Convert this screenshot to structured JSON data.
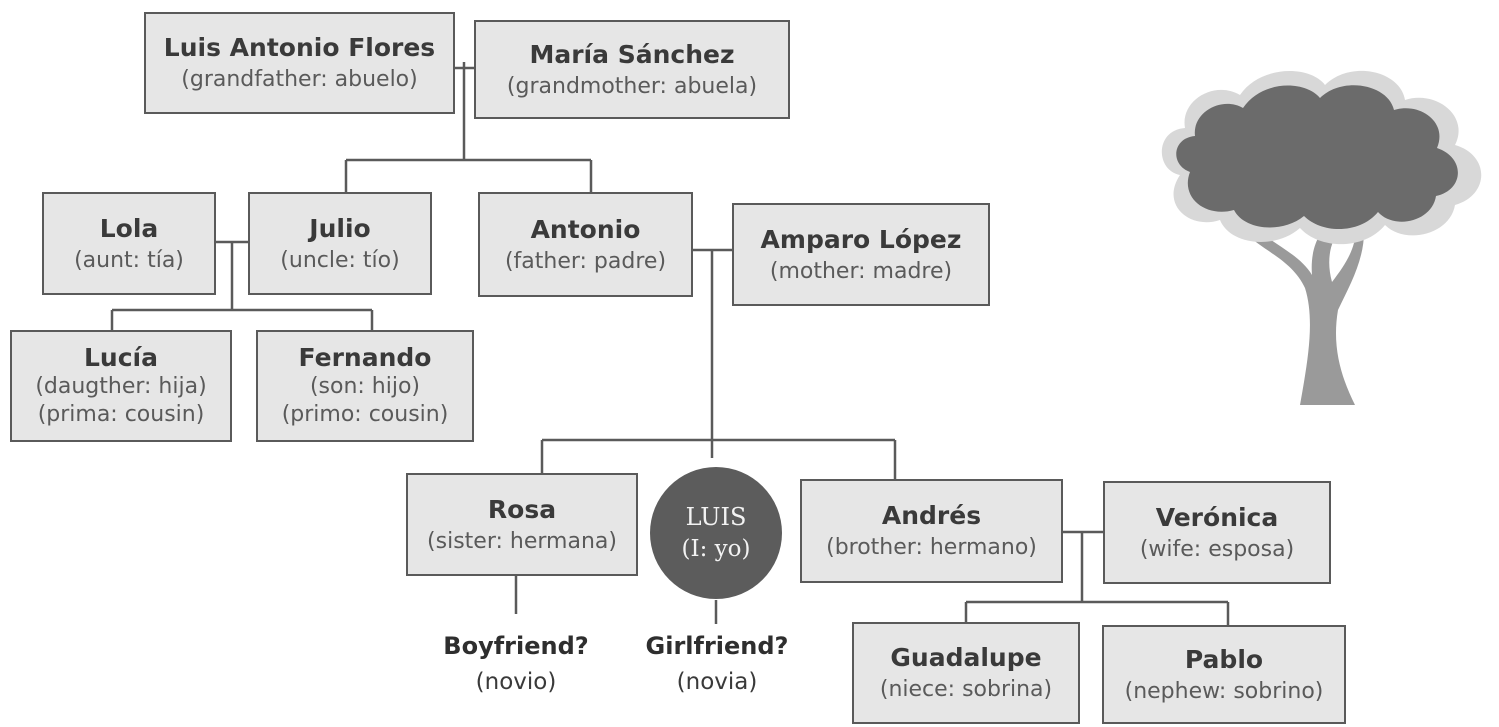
{
  "members": {
    "luis_antonio_flores": {
      "name": "Luis Antonio Flores",
      "relation": "(grandfather: abuelo)"
    },
    "maria_sanchez": {
      "name": "María Sánchez",
      "relation": "(grandmother: abuela)"
    },
    "lola": {
      "name": "Lola",
      "relation": "(aunt: tía)"
    },
    "julio": {
      "name": "Julio",
      "relation": "(uncle: tío)"
    },
    "antonio": {
      "name": "Antonio",
      "relation": "(father: padre)"
    },
    "amparo_lopez": {
      "name": "Amparo López",
      "relation": "(mother: madre)"
    },
    "lucia": {
      "name": "Lucía",
      "relation": "(daugther: hija)",
      "relation2": "(prima: cousin)"
    },
    "fernando": {
      "name": "Fernando",
      "relation": "(son: hijo)",
      "relation2": "(primo: cousin)"
    },
    "rosa": {
      "name": "Rosa",
      "relation": "(sister: hermana)"
    },
    "luis": {
      "name": "LUIS",
      "relation": "(I: yo)"
    },
    "andres": {
      "name": "Andrés",
      "relation": "(brother: hermano)"
    },
    "veronica": {
      "name": "Verónica",
      "relation": "(wife: esposa)"
    },
    "guadalupe": {
      "name": "Guadalupe",
      "relation": "(niece: sobrina)"
    },
    "pablo": {
      "name": "Pablo",
      "relation": "(nephew: sobrino)"
    },
    "boyfriend": {
      "name": "Boyfriend?",
      "relation": "(novio)"
    },
    "girlfriend": {
      "name": "Girlfriend?",
      "relation": "(novia)"
    }
  },
  "colors": {
    "box_fill": "#e6e6e6",
    "box_border": "#5a5a5a",
    "self_circle": "#5c5c5c",
    "connector": "#5a5a5a",
    "tree_canopy": "#6b6b6b",
    "tree_trunk": "#9a9a9a"
  },
  "icons": {
    "decoration": "tree-icon"
  }
}
